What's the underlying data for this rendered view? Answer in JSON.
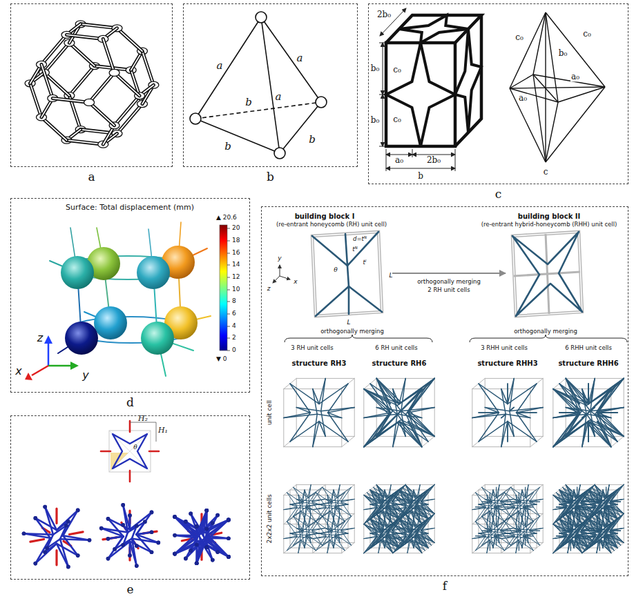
{
  "diagram": {
    "nodes": [
      {
        "text": [
          "a"
        ]
      },
      {
        "text": [
          "b"
        ]
      },
      {
        "text": [
          "c"
        ]
      },
      {
        "text": [
          "d"
        ]
      },
      {
        "text": [
          "e"
        ]
      },
      {
        "text": [
          "f"
        ]
      }
    ],
    "labels": [
      "a",
      "a",
      "a",
      "b",
      "b",
      "b",
      "2b₀",
      "b₀",
      "b₀",
      "c₀",
      "c₀",
      "a₀",
      "2b₀",
      "b",
      "c₀",
      "c₀",
      "b₀",
      "a₀",
      "a₀",
      "c",
      "Surface: Total displacement (mm)",
      "▲ 20.6",
      "20",
      "18",
      "16",
      "14",
      "12",
      "10",
      "8",
      "6",
      "4",
      "2",
      "0",
      "▼ 0",
      "z",
      "x",
      "y",
      "H₂",
      "H₁",
      "θ",
      "building block I",
      "(re-entrant honeycomb (RH) unit cell)",
      "building block II",
      "(re-entrant hybrid-honeycomb (RHH) unit cell)",
      "d=tᴺ",
      "tᴺ",
      "θ",
      "tᴵ",
      "L",
      "L",
      "orthogonally merging",
      "2 RH unit cells",
      "orthogonally merging",
      "orthogonally merging",
      "3 RH unit cells",
      "6 RH unit cells",
      "3 RHH unit cells",
      "6 RHH unit cells",
      "structure RH3",
      "structure RH6",
      "structure RHH3",
      "structure RHH6",
      "unit cell",
      "2x2x2 unit cells",
      "y",
      "x",
      "z"
    ]
  }
}
